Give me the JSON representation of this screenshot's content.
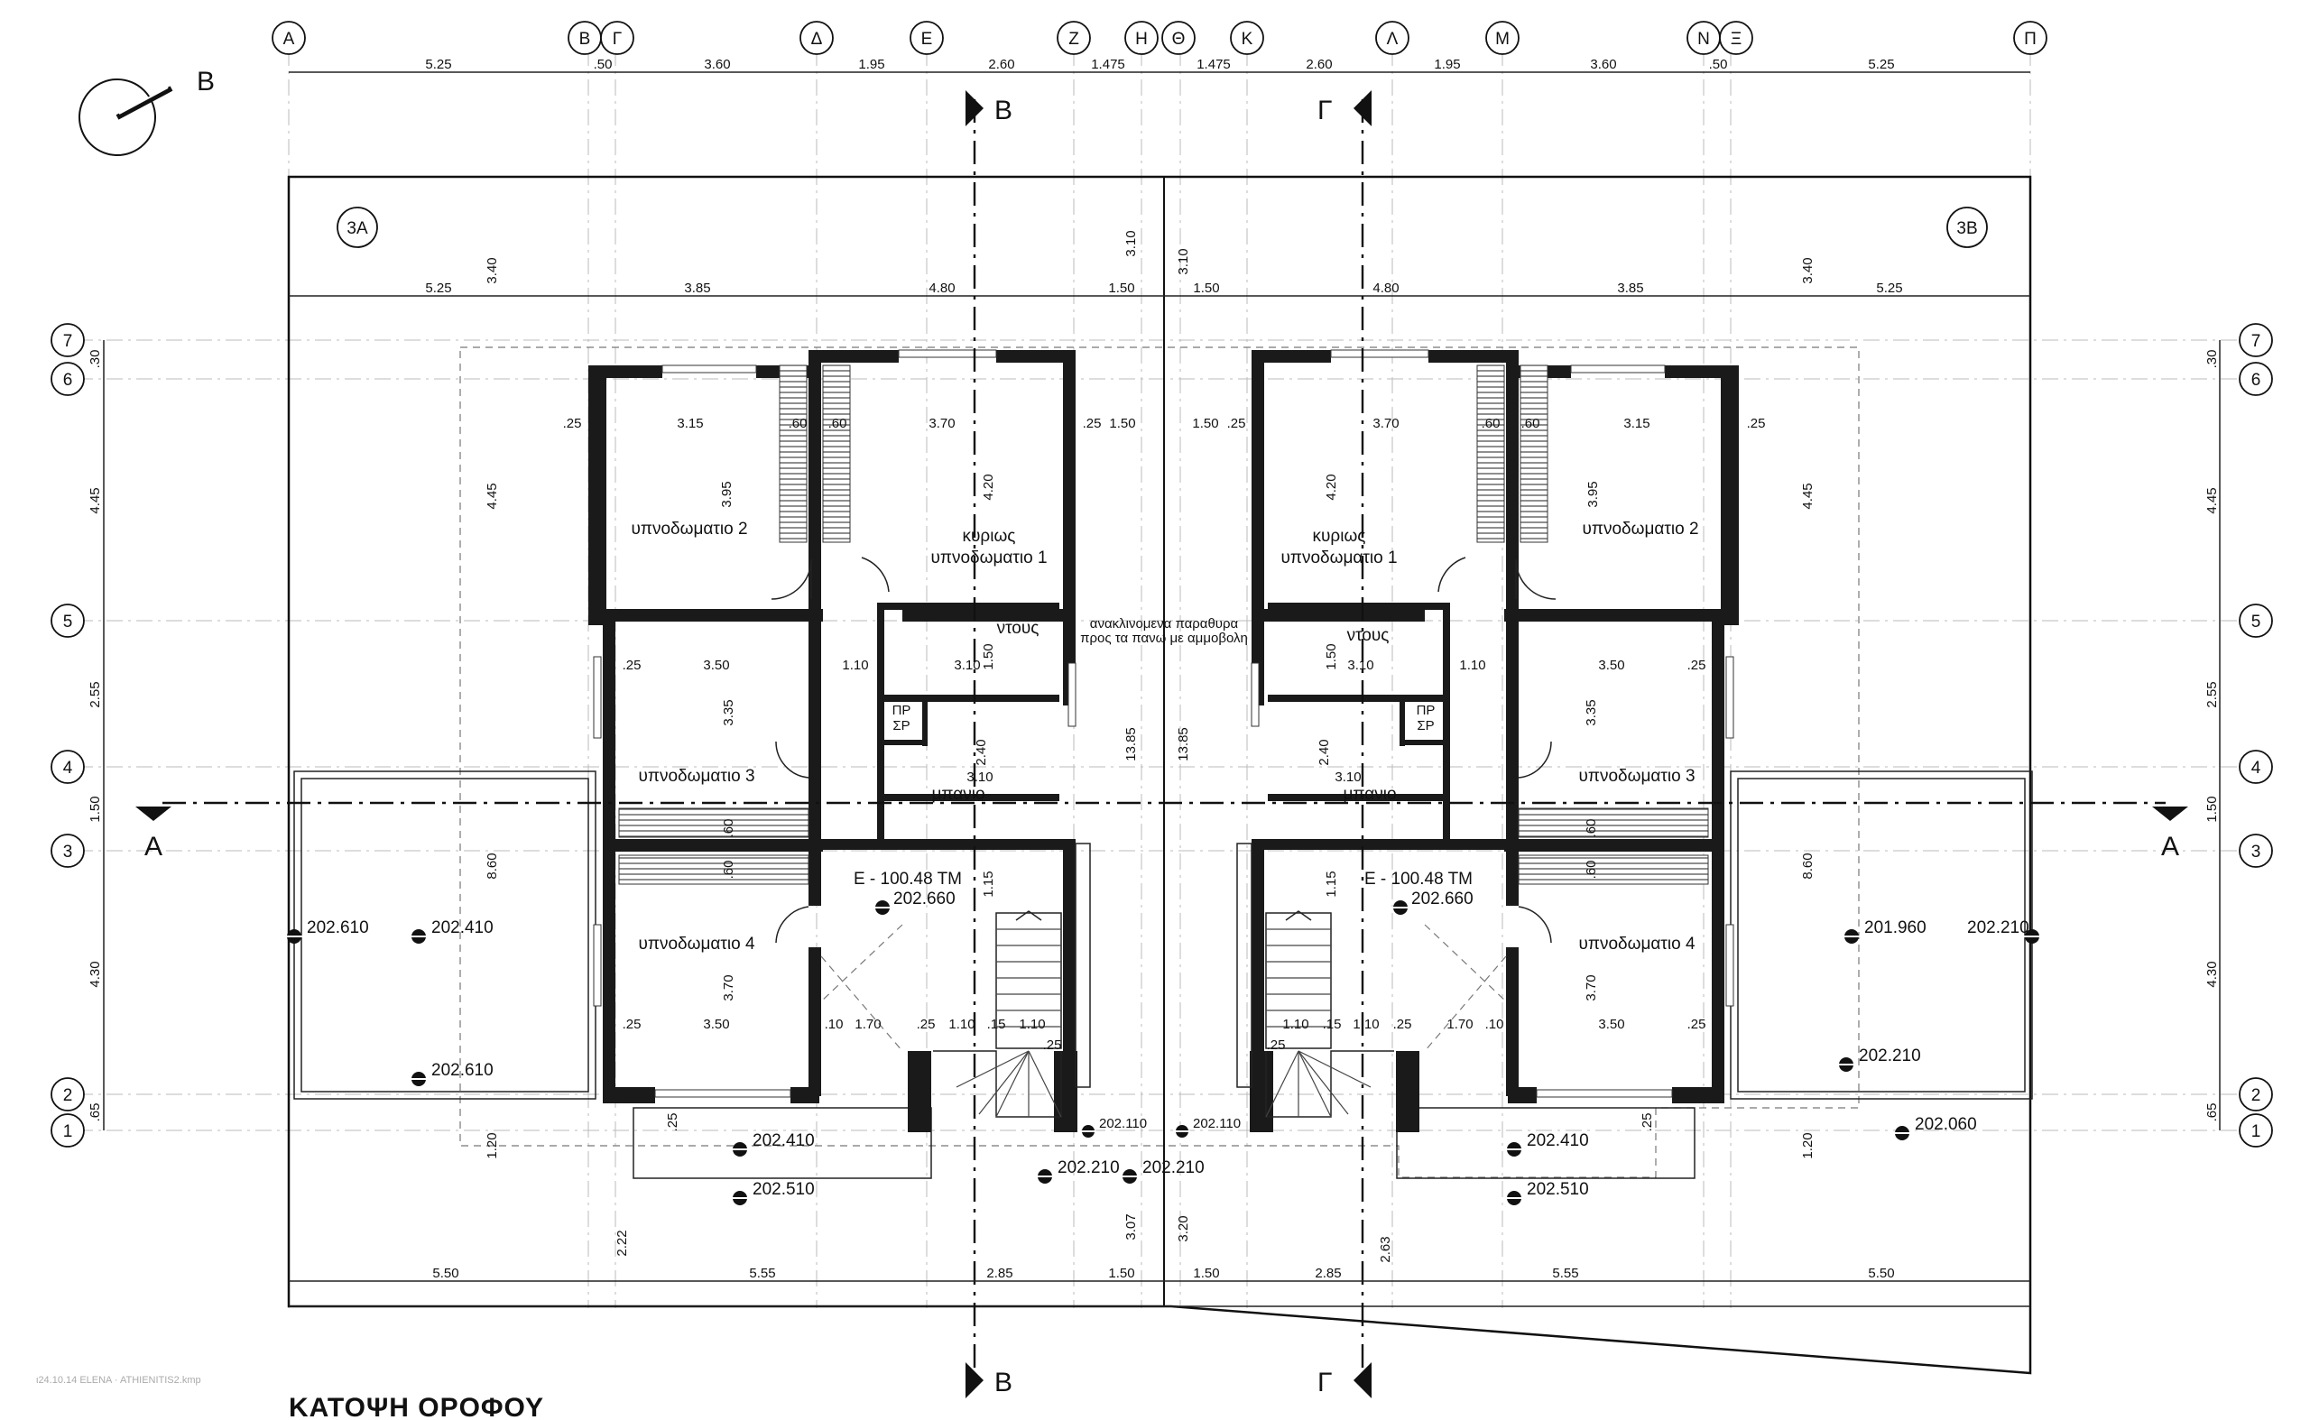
{
  "north_label": "B",
  "axis_labels_top": [
    "Α",
    "Β",
    "Γ",
    "Δ",
    "Ε",
    "Ζ",
    "Η",
    "Θ",
    "Κ",
    "Λ",
    "Μ",
    "Ν",
    "Ξ",
    "Π"
  ],
  "axis_labels_side": [
    "7",
    "6",
    "5",
    "4",
    "3",
    "2",
    "1"
  ],
  "top_dims": [
    "5.25",
    ".50",
    "3.60",
    "1.95",
    "2.60",
    "1.475",
    "1.475",
    "2.60",
    "1.95",
    "3.60",
    ".50",
    "5.25"
  ],
  "upper_dims_left": [
    "5.25",
    "3.85",
    "4.80",
    "1.50"
  ],
  "upper_dims_right": [
    "1.50",
    "4.80",
    "3.85",
    "5.25"
  ],
  "bottom_dims_left": [
    "5.50",
    "5.55",
    "2.85",
    "1.50"
  ],
  "bottom_dims_right": [
    "1.50",
    "2.85",
    "5.55",
    "5.50"
  ],
  "side_dims": [
    ".30",
    "4.45",
    "2.55",
    "1.50",
    "4.30",
    ".65"
  ],
  "vertical_dims": [
    "3.40",
    "4.45",
    "8.60",
    "1.20",
    "2.22",
    "3.07",
    "3.10",
    "13.85",
    "3.20",
    "2.63"
  ],
  "unit_labels": [
    "3A",
    "3B"
  ],
  "section_labels": [
    "B",
    "Γ",
    "A"
  ],
  "rooms": {
    "bedroom2": "υπνοδωματιο 2",
    "master_line1": "κυριως",
    "master_line2": "υπνοδωματιο 1",
    "bedroom3": "υπνοδωματιο 3",
    "bedroom4": "υπνοδωματιο 4",
    "shower": "ντους",
    "bath": "μπανιο",
    "storage_line1": "ΠΡ",
    "storage_line2": "ΣΡ"
  },
  "room_dims": [
    ".25",
    "3.15",
    ".60",
    ".60",
    "3.70",
    ".25",
    "1.50",
    "3.95",
    "4.20",
    "3.50",
    "1.10",
    "3.10",
    "1.50",
    "3.35",
    "2.40",
    "3.10",
    ".60",
    ".60",
    "1.15",
    "3.70",
    "1.70",
    ".10",
    "1.10",
    ".15",
    "1.10"
  ],
  "area_left": "E - 100.48 TM",
  "area_right": "E - 100.48 TM",
  "window_note_line1": "ανακλινομενα παραθυρα",
  "window_note_line2": "προς τα πανω με αμμοβολη",
  "levels": [
    "202.610",
    "202.410",
    "202.610",
    "202.660",
    "202.410",
    "202.510",
    "202.210",
    "202.210",
    "202.110",
    "202.110",
    "202.660",
    "202.410",
    "202.510",
    "201.960",
    "202.210",
    "202.210",
    "202.060"
  ],
  "footer_note": "ι24.10.14 ELENA · ATHIENITIS2.kmp",
  "title": "ΚΑΤΟΨΗ ΟΡΟΦΟΥ"
}
